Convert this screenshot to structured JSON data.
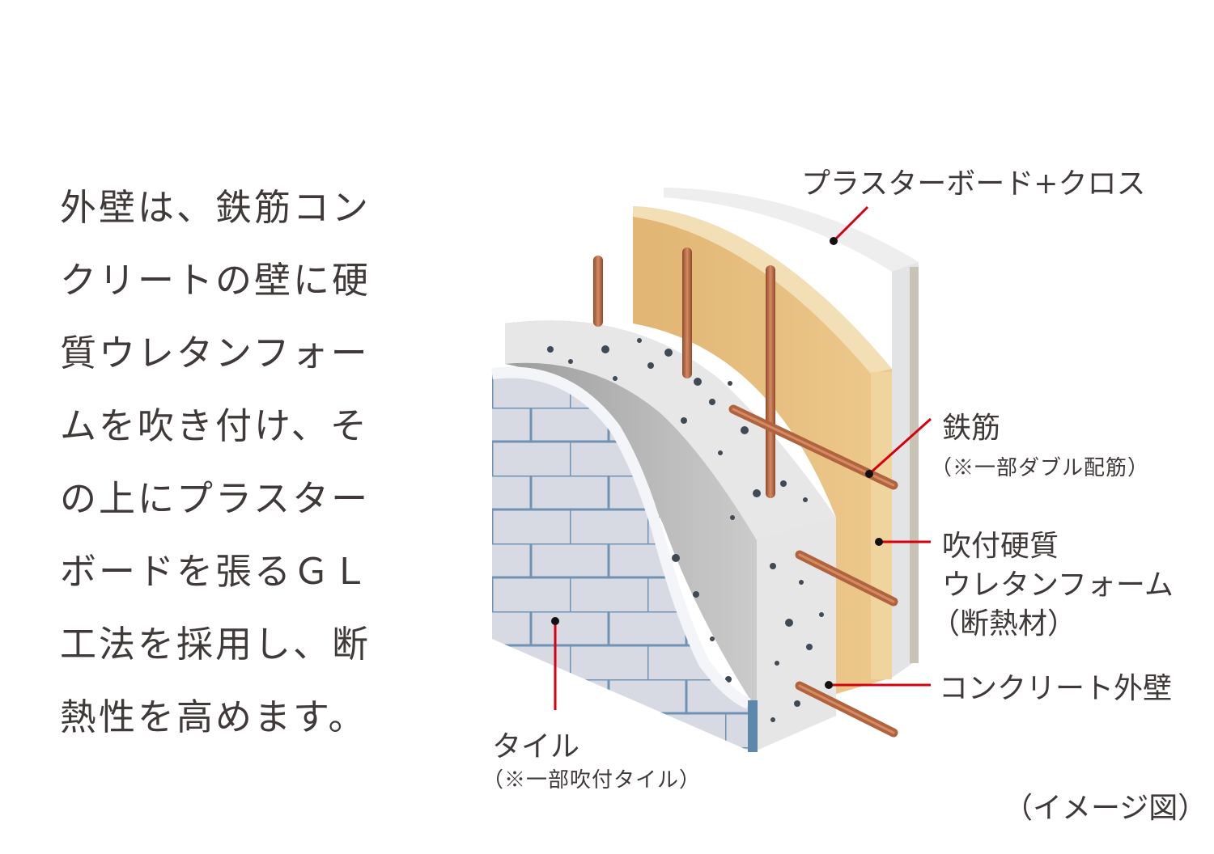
{
  "description": {
    "lines": [
      "外壁は、鉄筋コン",
      "クリートの壁に硬",
      "質ウレタンフォー",
      "ムを吹き付け、そ",
      "の上にプラスター",
      "ボードを張るＧＬ",
      "工法を採用し、断",
      "熱性を高めます。"
    ]
  },
  "labels": {
    "plasterboard": "プラスターボード+クロス",
    "rebar": "鉄筋",
    "rebar_note": "（※一部ダブル配筋）",
    "foam_line1": "吹付硬質",
    "foam_line2": "ウレタンフォーム",
    "foam_line3": "（断熱材）",
    "concrete": "コンクリート外壁",
    "tile": "タイル",
    "tile_note": "（※一部吹付タイル）",
    "image_note": "（イメージ図）"
  },
  "colors": {
    "leader_line": "#d7000f",
    "rebar": "#b0643e",
    "foam": "#e4bd79",
    "plasterboard": "#d9dadc",
    "concrete": "#ececec",
    "tile": "#d8dae3",
    "tile_joint": "#6f93b4"
  }
}
